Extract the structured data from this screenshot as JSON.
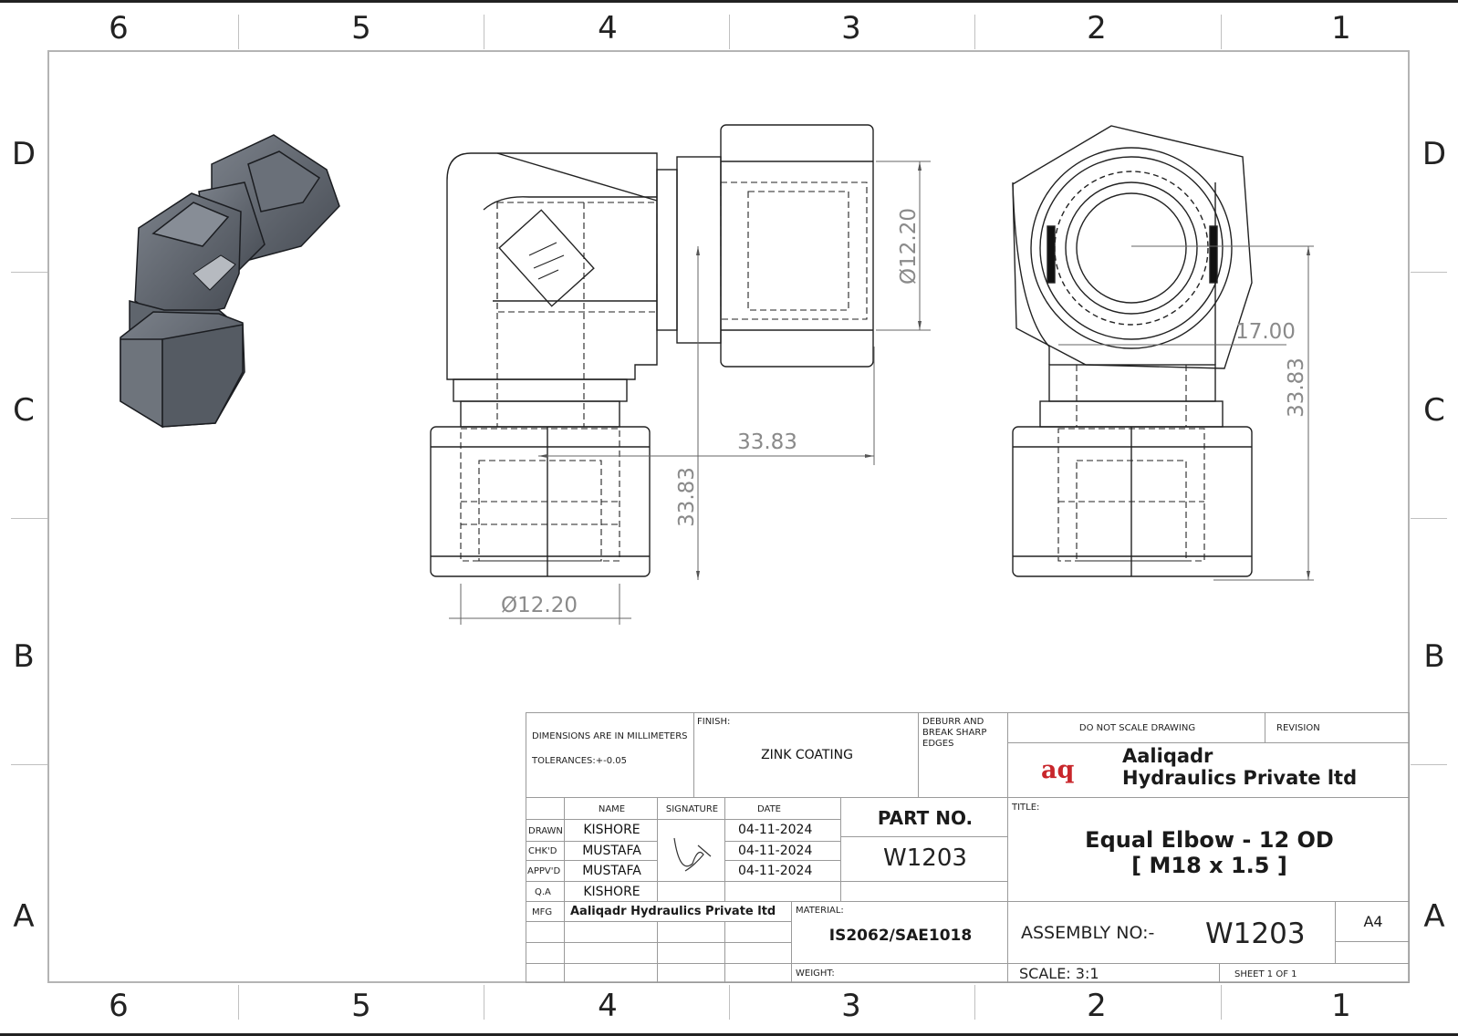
{
  "zones": {
    "columns": [
      "6",
      "5",
      "4",
      "3",
      "2",
      "1"
    ],
    "rows": [
      "D",
      "C",
      "B",
      "A"
    ]
  },
  "dimensions": {
    "bore_dia_right": "Ø12.20",
    "bore_dia_bottom": "Ø12.20",
    "horizontal_length": "33.83",
    "vertical_length": "33.83",
    "side_offset": "17.00",
    "side_length": "33.83"
  },
  "title_block": {
    "dims_note": "DIMENSIONS ARE IN MILLIMETERS",
    "tolerances": "TOLERANCES:+-0.05",
    "finish_label": "FINISH:",
    "finish_value": "ZINK COATING",
    "deburr_note": "DEBURR AND BREAK SHARP EDGES",
    "do_not_scale": "DO NOT SCALE DRAWING",
    "revision_label": "REVISION",
    "company_logo": "aq",
    "company_line1": "Aaliqadr",
    "company_line2": "Hydraulics Private ltd",
    "headers": {
      "name": "NAME",
      "signature": "SIGNATURE",
      "date": "DATE"
    },
    "rows": [
      {
        "role": "DRAWN",
        "name": "KISHORE",
        "date": "04-11-2024"
      },
      {
        "role": "CHK'D",
        "name": "MUSTAFA",
        "date": "04-11-2024"
      },
      {
        "role": "APPV'D",
        "name": "MUSTAFA",
        "date": "04-11-2024"
      },
      {
        "role": "Q.A",
        "name": "KISHORE",
        "date": ""
      }
    ],
    "mfg_label": "MFG",
    "mfg_value": "Aaliqadr Hydraulics Private ltd",
    "part_no_label": "PART NO.",
    "part_no_value": "W1203",
    "title_label": "TITLE:",
    "title_line1": "Equal Elbow - 12 OD",
    "title_line2": "[ M18 x 1.5 ]",
    "material_label": "MATERIAL:",
    "material_value": "IS2062/SAE1018",
    "weight_label": "WEIGHT:",
    "assembly_label": "ASSEMBLY NO:-",
    "assembly_value": "W1203",
    "sheet_size": "A4",
    "scale": "SCALE: 3:1",
    "sheet": "SHEET 1 OF 1"
  },
  "colors": {
    "logo_red": "#c8262b",
    "part_steel": "#5b616b",
    "dim_gray": "#8a8a8a"
  }
}
